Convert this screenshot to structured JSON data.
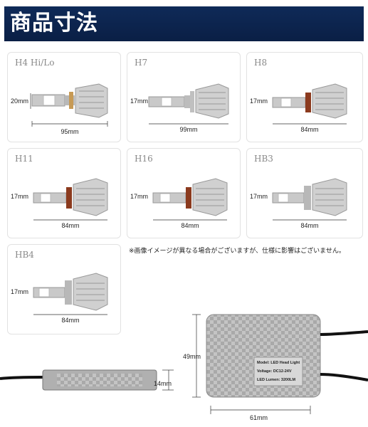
{
  "header": {
    "title": "商品寸法"
  },
  "products": [
    {
      "label": "H4 Hi/Lo",
      "height": "20mm",
      "length": "95mm"
    },
    {
      "label": "H7",
      "height": "17mm",
      "length": "99mm"
    },
    {
      "label": "H8",
      "height": "17mm",
      "length": "84mm"
    },
    {
      "label": "H11",
      "height": "17mm",
      "length": "84mm"
    },
    {
      "label": "H16",
      "height": "17mm",
      "length": "84mm"
    },
    {
      "label": "HB3",
      "height": "17mm",
      "length": "84mm"
    },
    {
      "label": "HB4",
      "height": "17mm",
      "length": "84mm"
    }
  ],
  "note": "※画像イメージが異なる場合がございますが、仕様に影響はございません。",
  "ballast": {
    "height": "49mm",
    "thickness": "14mm",
    "width": "61mm",
    "plate": {
      "model": "Model: LED Head Light",
      "voltage": "Voltage: DC12-24V",
      "lumen": "LED Lumen: 3200LM"
    }
  },
  "colors": {
    "header_bg": "#0f2a58",
    "body": "#c8c8c8",
    "led": "#ffffff"
  }
}
